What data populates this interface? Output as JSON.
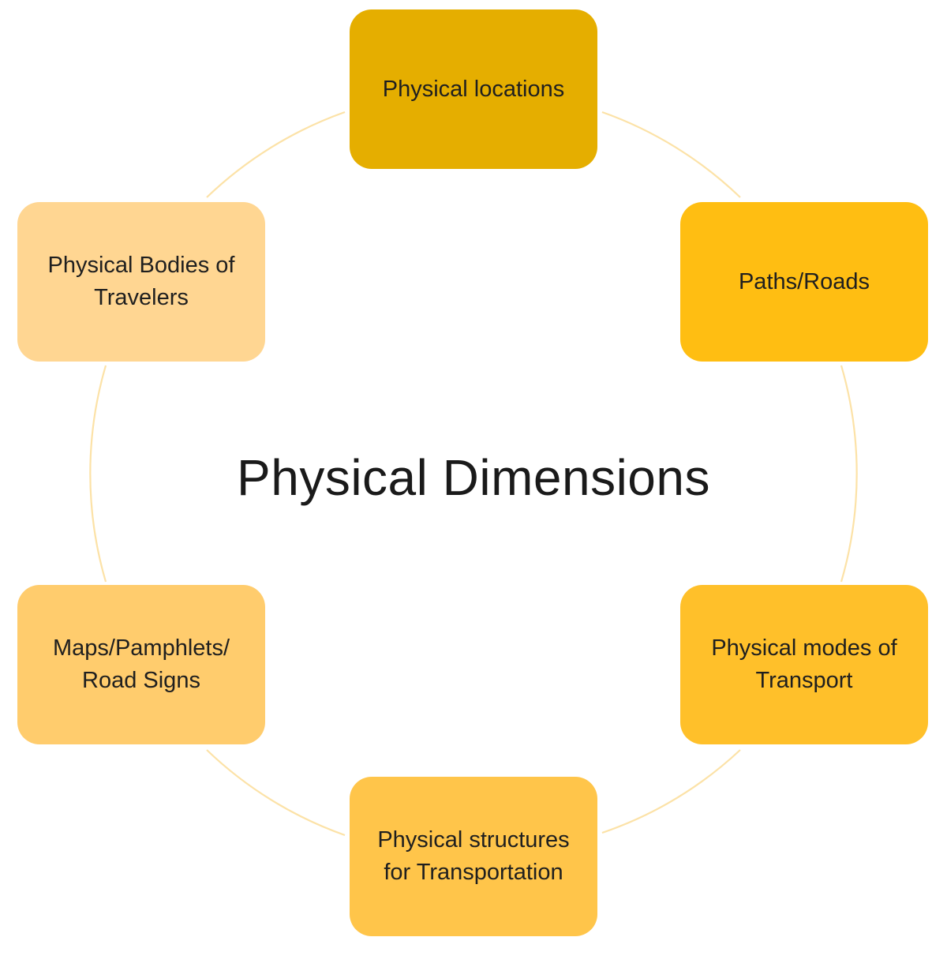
{
  "center": {
    "title": "Physical Dimensions"
  },
  "colors": {
    "ring": "#FCE2A7",
    "node_1": "#E5AE00",
    "node_2": "#FFBE12",
    "node_3": "#FFC02A",
    "node_4": "#FFC54A",
    "node_5": "#FFCC6D",
    "node_6": "#FFD692"
  },
  "nodes": [
    {
      "label": "Physical locations"
    },
    {
      "label": "Paths/Roads"
    },
    {
      "label": "Physical modes of\nTransport"
    },
    {
      "label": "Physical structures\nfor Transportation"
    },
    {
      "label": "Maps/Pamphlets/\nRoad Signs"
    },
    {
      "label": "Physical Bodies of\nTravelers"
    }
  ]
}
